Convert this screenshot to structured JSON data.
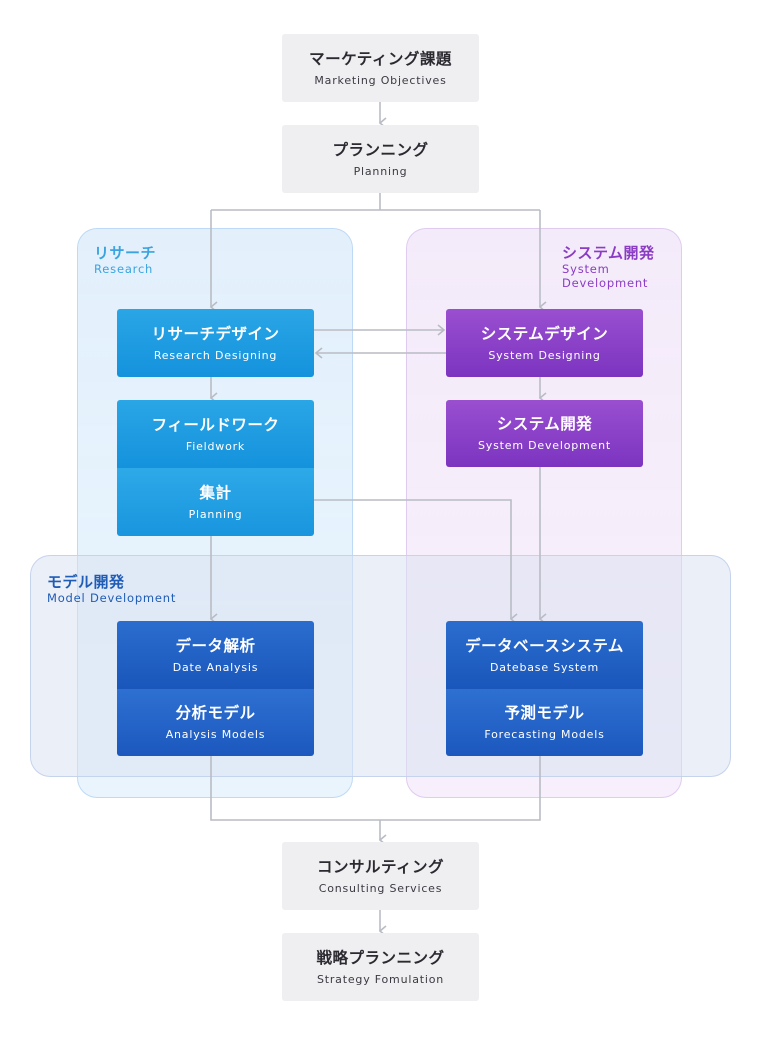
{
  "regions": {
    "research": {
      "jp": "リサーチ",
      "en": "Research"
    },
    "system": {
      "jp": "システム開発",
      "en_line1": "System",
      "en_line2": "Development"
    },
    "model": {
      "jp": "モデル開発",
      "en": "Model Development"
    }
  },
  "nodes": {
    "marketing": {
      "jp": "マーケティング課題",
      "en": "Marketing Objectives"
    },
    "planning": {
      "jp": "プランニング",
      "en": "Planning"
    },
    "research_designing": {
      "jp": "リサーチデザイン",
      "en": "Research Designing"
    },
    "fieldwork": {
      "jp": "フィールドワーク",
      "en": "Fieldwork"
    },
    "aggregation": {
      "jp": "集計",
      "en": "Planning"
    },
    "system_designing": {
      "jp": "システムデザイン",
      "en": "System Designing"
    },
    "system_development": {
      "jp": "システム開発",
      "en": "System Development"
    },
    "data_analysis": {
      "jp": "データ解析",
      "en": "Date Analysis"
    },
    "analysis_models": {
      "jp": "分析モデル",
      "en": "Analysis Models"
    },
    "database_system": {
      "jp": "データベースシステム",
      "en": "Datebase System"
    },
    "forecasting_models": {
      "jp": "予測モデル",
      "en": "Forecasting Models"
    },
    "consulting": {
      "jp": "コンサルティング",
      "en": "Consulting Services"
    },
    "strategy": {
      "jp": "戦略プランニング",
      "en": "Strategy Fomulation"
    }
  },
  "colors": {
    "connector": "#b9bcc4",
    "research_accent": "#3aa3e0",
    "system_accent": "#8a3cc4",
    "model_accent": "#1f5cb5",
    "node_blue": "#1e9de2",
    "node_purple": "#8b40c8",
    "node_navy": "#2262c5",
    "node_gray": "#efeff1"
  }
}
